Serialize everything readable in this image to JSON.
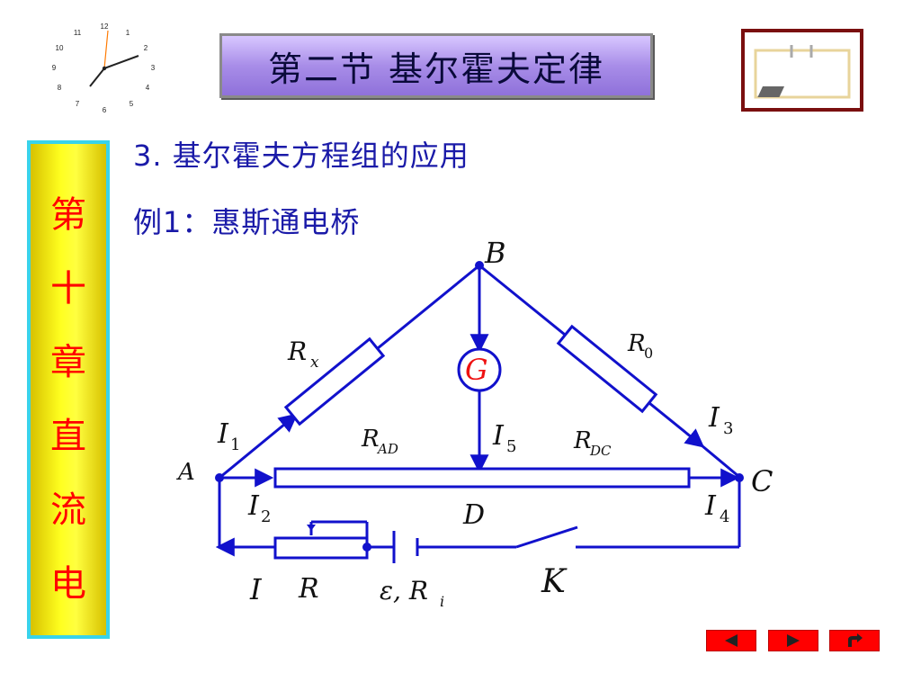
{
  "header": {
    "title": "第二节  基尔霍夫定律"
  },
  "sidebar": {
    "chars": [
      "第",
      "十",
      "章",
      "直",
      "流",
      "电"
    ]
  },
  "content": {
    "heading": "3.  基尔霍夫方程组的应用",
    "example": "例1：惠斯通电桥"
  },
  "circuit": {
    "labels": {
      "B": "B",
      "A": "A",
      "C": "C",
      "D": "D",
      "G": "G",
      "Rx": "R",
      "Rx_sub": "x",
      "R0": "R",
      "R0_sub": "0",
      "RAD": "R",
      "RAD_sub": "AD",
      "RDC": "R",
      "RDC_sub": "DC",
      "I1": "I",
      "I1_sub": "1",
      "I2": "I",
      "I2_sub": "2",
      "I3": "I",
      "I3_sub": "3",
      "I4": "I",
      "I4_sub": "4",
      "I5": "I",
      "I5_sub": "5",
      "I": "I",
      "R": "R",
      "emf": "ε, R",
      "emf_sub": "i",
      "K": "K"
    },
    "colors": {
      "wire": "#1111cc",
      "galvanometer": "#ee1111",
      "node": "#1111cc"
    }
  },
  "nav": {
    "prev": "prev-icon",
    "next": "next-icon",
    "return": "return-icon"
  }
}
